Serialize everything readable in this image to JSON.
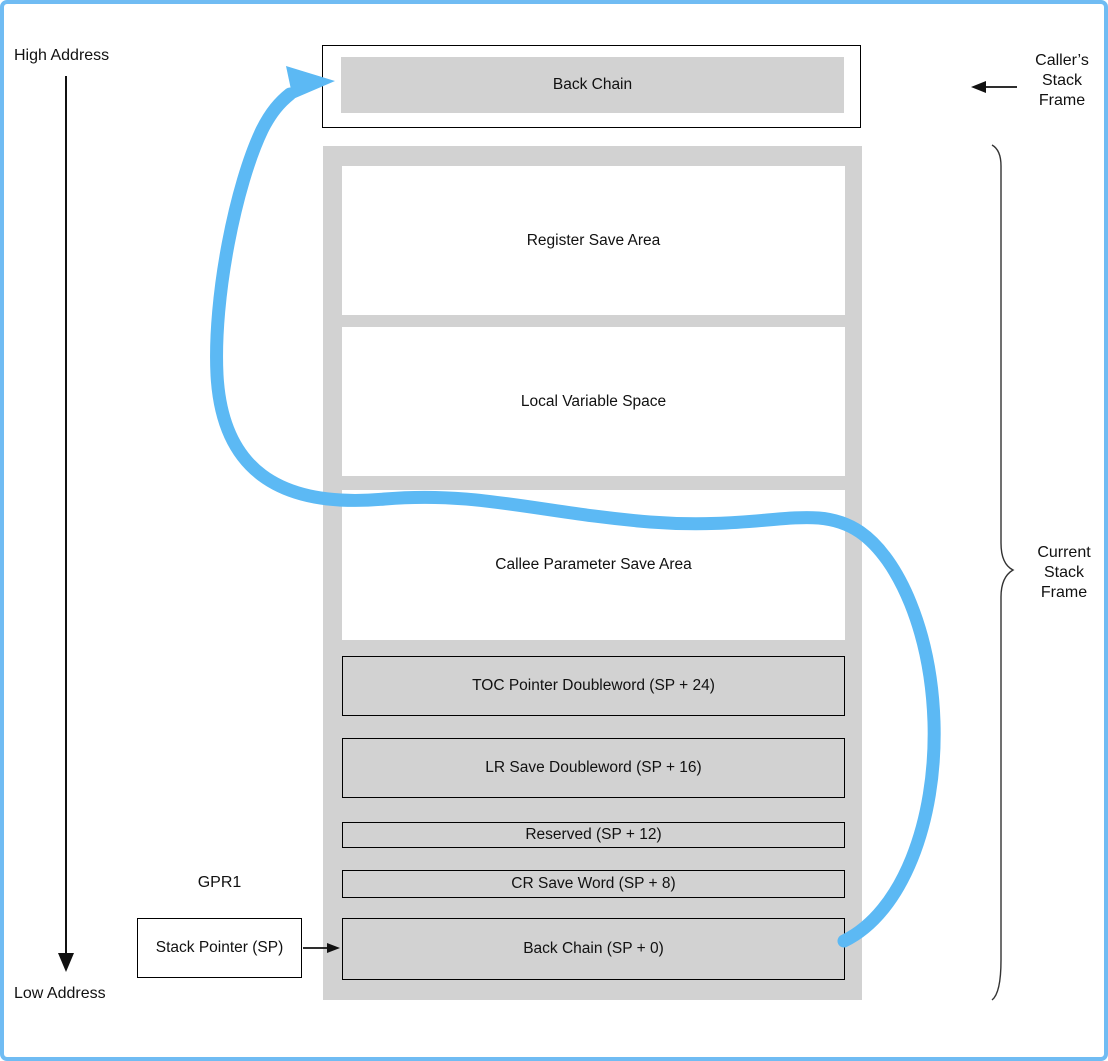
{
  "diagram": {
    "address_axis": {
      "high_label": "High Address",
      "low_label": "Low Address"
    },
    "caller_frame": {
      "box_label": "Back Chain",
      "side_label_lines": [
        "Caller’s",
        "Stack",
        "Frame"
      ]
    },
    "current_frame": {
      "side_label_lines": [
        "Current",
        "Stack",
        "Frame"
      ],
      "rows": [
        {
          "label": "Register Save Area",
          "kind": "area"
        },
        {
          "label": "Local Variable Space",
          "kind": "area"
        },
        {
          "label": "Callee Parameter Save Area",
          "kind": "area"
        },
        {
          "label": "TOC Pointer Doubleword (SP + 24)",
          "kind": "slot"
        },
        {
          "label": "LR Save Doubleword (SP + 16)",
          "kind": "slot"
        },
        {
          "label": "Reserved (SP + 12)",
          "kind": "slot"
        },
        {
          "label": "CR Save Word (SP + 8)",
          "kind": "slot"
        },
        {
          "label": "Back Chain (SP + 0)",
          "kind": "slot"
        }
      ]
    },
    "stack_pointer": {
      "register_label": "GPR1",
      "box_label": "Stack Pointer (SP)"
    },
    "colors": {
      "highlight_blue": "#5cb9f4",
      "frame_border_blue": "#70bcf3",
      "box_gray": "#d2d2d2",
      "line_black": "#111111"
    }
  }
}
